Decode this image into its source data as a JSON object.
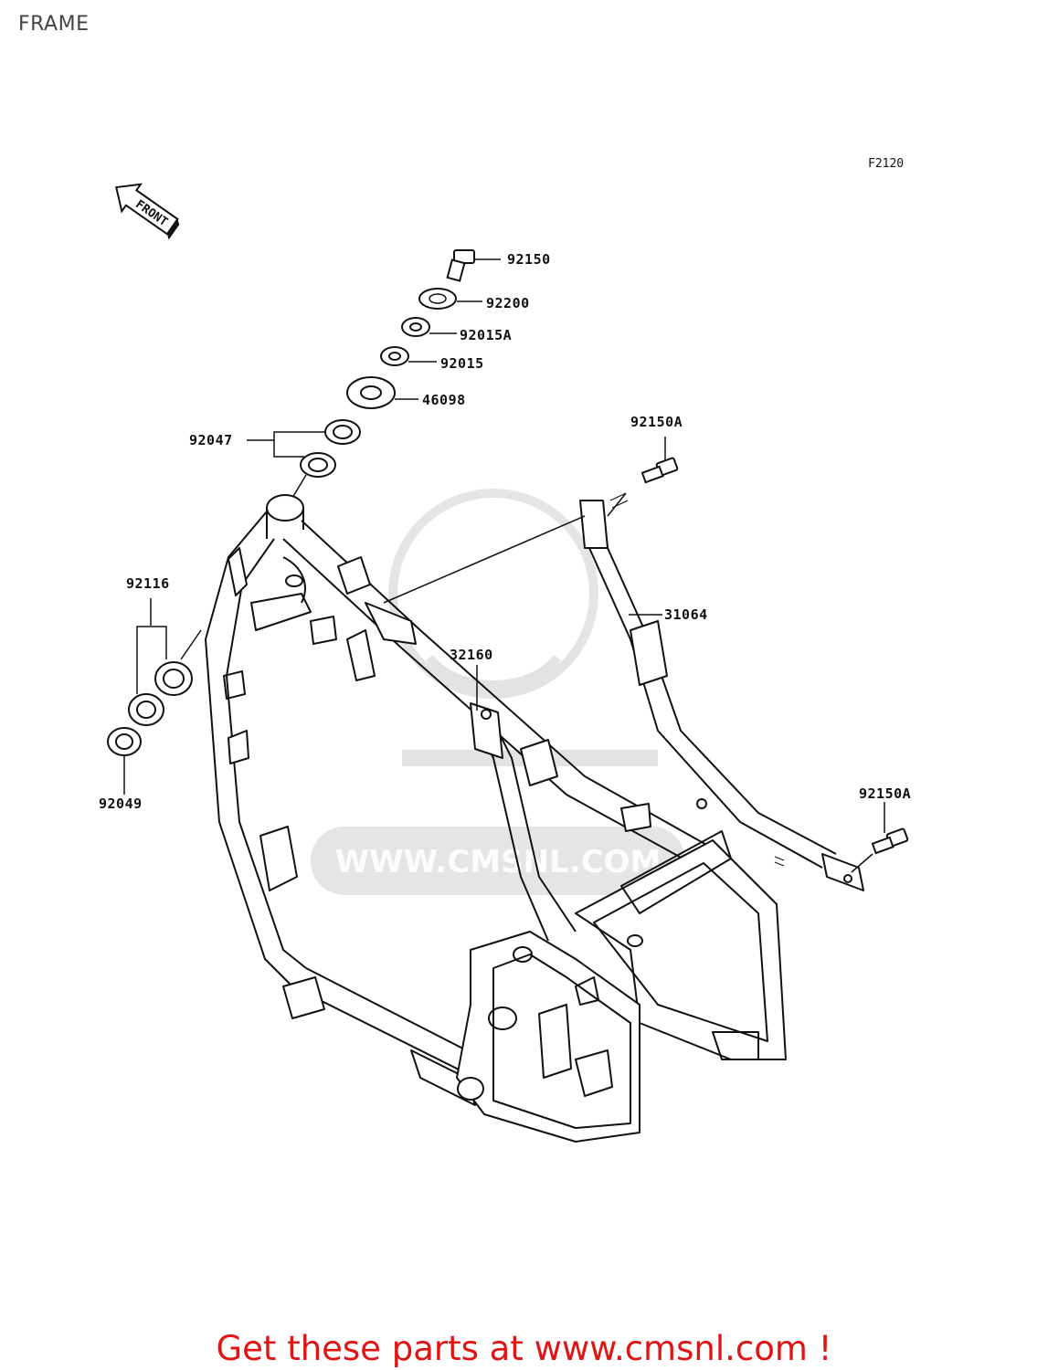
{
  "header": {
    "title": "FRAME"
  },
  "diagram": {
    "code": "F2120",
    "front_marker": "FRONT",
    "watermark": "WWW.CMSNL.COM",
    "parts": {
      "p92150": "92150",
      "p92200": "92200",
      "p92015A": "92015A",
      "p92015": "92015",
      "p46098": "46098",
      "p92047": "92047",
      "p92150A_top": "92150A",
      "p92116": "92116",
      "p31064": "31064",
      "p32160": "32160",
      "p92049": "92049",
      "p92150A_right": "92150A"
    }
  },
  "footer": {
    "link_text": "Get these parts at www.cmsnl.com !"
  }
}
